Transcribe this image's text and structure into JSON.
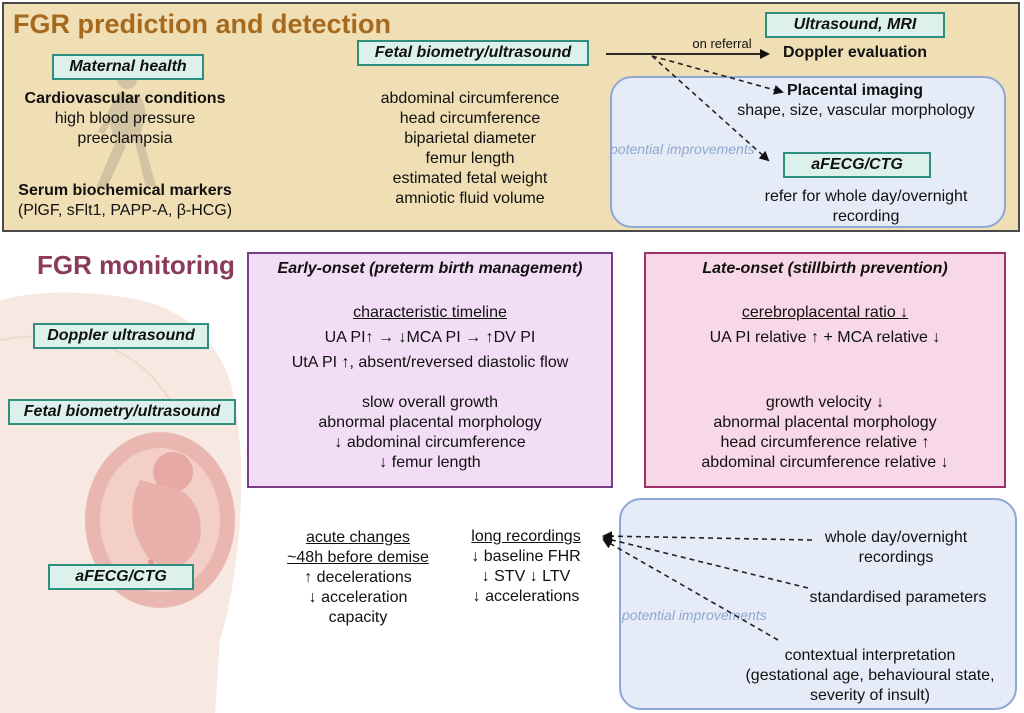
{
  "top": {
    "title": "FGR prediction and detection",
    "maternal": {
      "tag": "Maternal health",
      "cardio_heading": "Cardiovascular conditions",
      "cardio_items": [
        "high blood pressure",
        "preeclampsia"
      ],
      "serum_heading": "Serum biochemical markers",
      "serum_items": "(PlGF, sFlt1, PAPP-A, β-HCG)"
    },
    "biometry": {
      "tag": "Fetal biometry/ultrasound",
      "items": [
        "abdominal circumference",
        "head circumference",
        "biparietal diameter",
        "femur length",
        "estimated fetal weight",
        "amniotic fluid volume"
      ]
    },
    "referral": {
      "label": "on referral",
      "tag": "Ultrasound, MRI",
      "doppler": "Doppler evaluation"
    },
    "improvements": {
      "label": "potential improvements",
      "placental_heading": "Placental imaging",
      "placental_detail": "shape, size, vascular morphology",
      "afecg_tag": "aFECG/CTG",
      "afecg_detail": [
        "refer for whole day/overnight",
        "recording"
      ]
    }
  },
  "monitoring": {
    "title": "FGR monitoring",
    "tags": {
      "doppler": "Doppler ultrasound",
      "biometry": "Fetal biometry/ultrasound",
      "afecg": "aFECG/CTG"
    },
    "early": {
      "title": "Early-onset (preterm birth management)",
      "timeline_heading": "characteristic timeline",
      "timeline_lines": [
        "UA PI↑ → ↓MCA PI  → ↑DV PI",
        "UtA PI ↑, absent/reversed diastolic flow"
      ],
      "growth_lines": [
        "slow overall growth",
        "abnormal placental morphology",
        "↓ abdominal circumference",
        "↓ femur length"
      ]
    },
    "late": {
      "title": "Late-onset (stillbirth prevention)",
      "ratio_heading": "cerebroplacental ratio ↓",
      "ratio_line": "UA PI relative ↑ + MCA relative ↓",
      "growth_lines": [
        "growth velocity ↓",
        "abnormal placental morphology",
        "head circumference relative ↑",
        "abdominal circumference relative ↓"
      ]
    },
    "acute": {
      "heading": [
        "acute changes",
        "~48h before demise"
      ],
      "lines": [
        "↑ decelerations",
        "↓ acceleration",
        "capacity"
      ]
    },
    "long": {
      "heading": "long recordings",
      "lines": [
        "↓ baseline FHR",
        "↓ STV ↓ LTV",
        "↓ accelerations"
      ]
    },
    "improvements": {
      "label": "potential improvements",
      "whole_day": [
        "whole day/overnight",
        "recordings"
      ],
      "standardised": "standardised parameters",
      "contextual": [
        "contextual interpretation",
        "(gestational age, behavioural state,",
        "severity of insult)"
      ]
    }
  },
  "colors": {
    "top_title": "#a66a1e",
    "monitoring_title": "#8a3a5a",
    "top_bg": "#f0dfb5",
    "tag_bg": "#dcf1ec",
    "tag_border": "#2f8f7e",
    "early_bg": "#f3dcf5",
    "early_border": "#7a3d8a",
    "late_bg": "#f8d7e6",
    "late_border": "#a0306a",
    "improvement_bg": "#e5ecf7",
    "improvement_border": "#8ea7d3"
  }
}
